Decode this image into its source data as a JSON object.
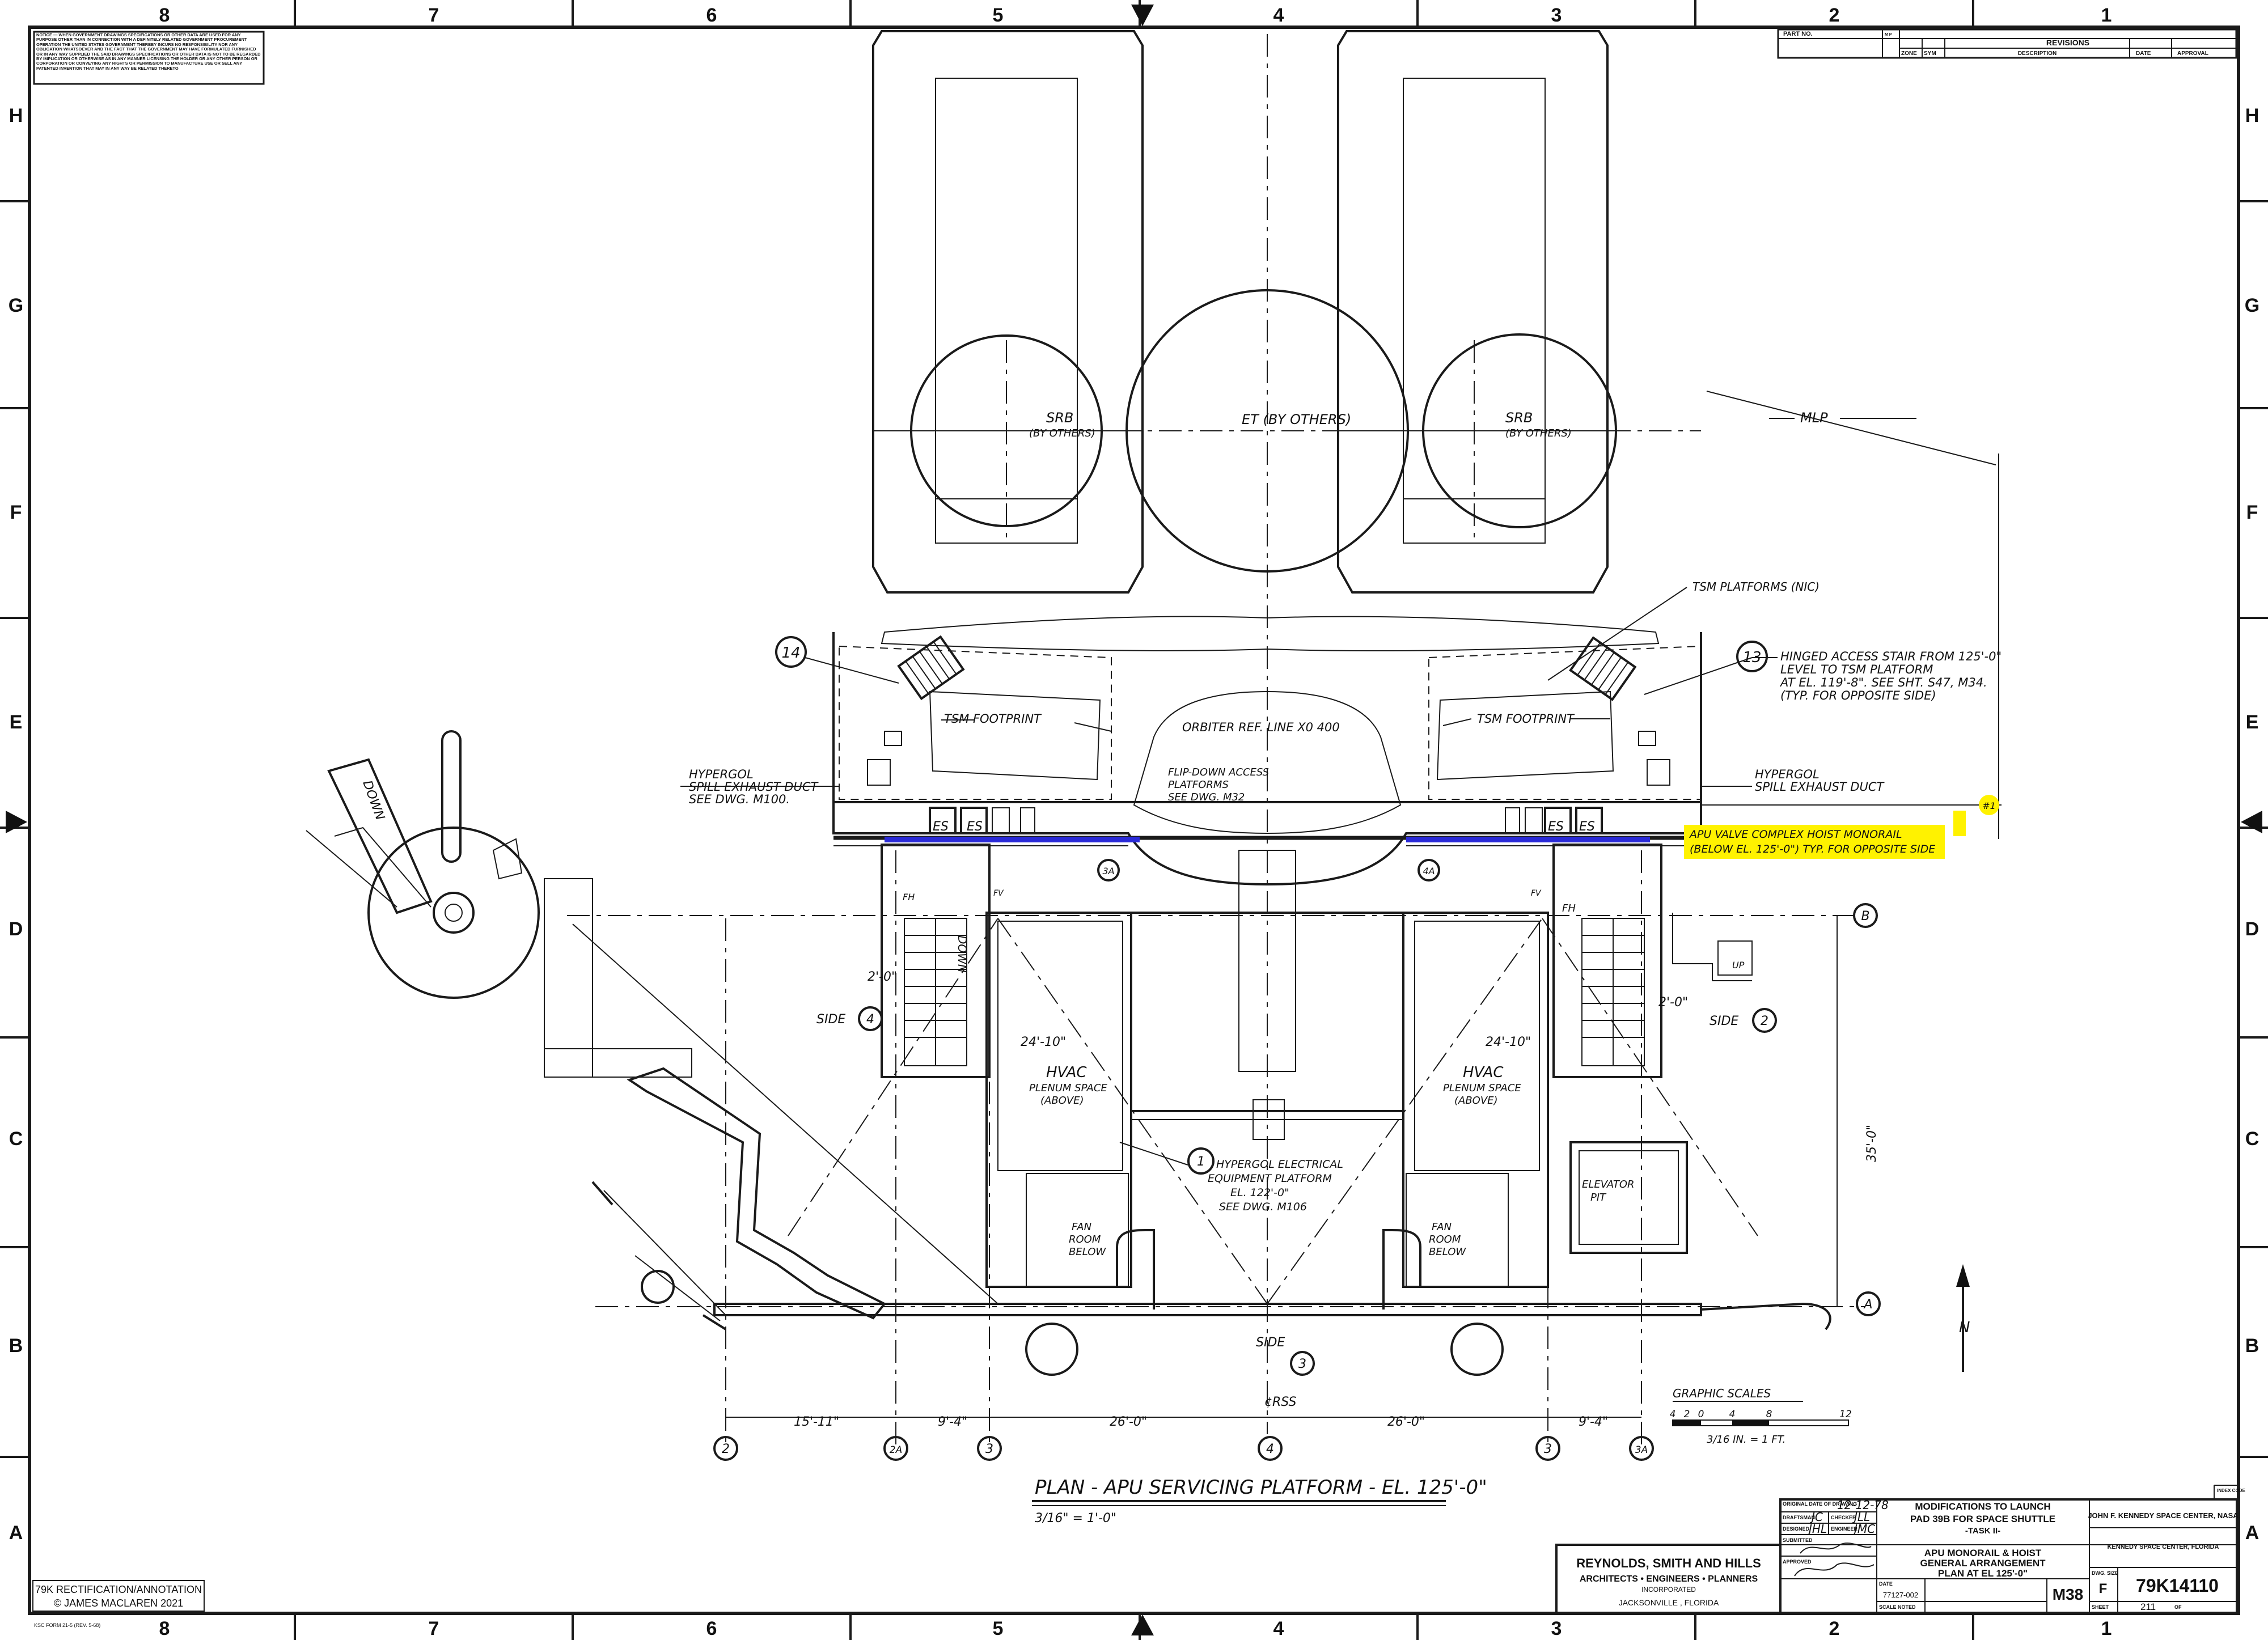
{
  "border": {
    "columns": [
      "8",
      "7",
      "6",
      "5",
      "4",
      "3",
      "2",
      "1"
    ],
    "rows": [
      "H",
      "G",
      "F",
      "E",
      "D",
      "C",
      "B",
      "A"
    ]
  },
  "notice": "NOTICE — WHEN GOVERNMENT DRAWINGS SPECIFICATIONS OR OTHER DATA ARE USED FOR ANY PURPOSE OTHER THAN IN CONNECTION WITH A DEFINITELY RELATED GOVERNMENT PROCUREMENT OPERATION THE UNITED STATES GOVERNMENT THEREBY INCURS NO RESPONSIBILITY NOR ANY OBLIGATION WHATSOEVER AND THE FACT THAT THE GOVERNMENT MAY HAVE FORMULATED FURNISHED OR IN ANY WAY SUPPLIED THE SAID DRAWINGS SPECIFICATIONS OR OTHER DATA IS NOT TO BE REGARDED BY IMPLICATION OR OTHERWISE AS IN ANY MANNER LICENSING THE HOLDER OR ANY OTHER PERSON OR CORPORATION OR CONVEYING ANY RIGHTS OR PERMISSION TO MANUFACTURE USE OR SELL ANY PATENTED INVENTION THAT MAY IN ANY WAY BE RELATED THERETO",
  "revisions": {
    "part_no": "PART NO.",
    "col_mp": "M P",
    "title": "REVISIONS",
    "zone": "ZONE",
    "sym": "SYM",
    "description": "DESCRIPTION",
    "date": "DATE",
    "approval": "APPROVAL"
  },
  "labels": {
    "mlp": "MLP",
    "srb_left": "SRB",
    "srb_left_sub": "(BY OTHERS)",
    "srb_right": "SRB",
    "srb_right_sub": "(BY OTHERS)",
    "et": "ET (BY OTHERS)",
    "tsm_platforms": "TSM PLATFORMS (NIC)",
    "tsm_footprint_left": "TSM FOOTPRINT",
    "tsm_footprint_right": "TSM FOOTPRINT",
    "orbiter_ref": "ORBITER REF. LINE X0 400",
    "flip_down_1": "FLIP-DOWN ACCESS",
    "flip_down_2": "PLATFORMS",
    "flip_down_3": "SEE DWG. M32",
    "hypergol_left_1": "HYPERGOL",
    "hypergol_left_2": "SPILL EXHAUST DUCT",
    "hypergol_left_3": "SEE DWG. M100.",
    "hypergol_right_1": "HYPERGOL",
    "hypergol_right_2": "SPILL EXHAUST DUCT",
    "hinged_1": "HINGED ACCESS STAIR FROM 125'-0\"",
    "hinged_2": "LEVEL TO TSM PLATFORM",
    "hinged_3": "AT EL. 119'-8\". SEE SHT. S47, M34.",
    "hinged_4": "(TYP. FOR OPPOSITE SIDE)",
    "callout_14": "14",
    "callout_13": "13",
    "callout_1": "1",
    "es": "ES",
    "fh": "FH",
    "fv": "FV",
    "dim_2_0": "2'-0\"",
    "dim_24_10": "24'-10\"",
    "dim_35_0": "35'-0\"",
    "side_4_label": "SIDE",
    "side_4_num": "4",
    "side_2_label": "SIDE",
    "side_2_num": "2",
    "side_3_label": "SIDE",
    "side_3_num": "3",
    "hvac": "HVAC",
    "hvac_sub1": "PLENUM SPACE",
    "hvac_sub2": "(ABOVE)",
    "hyp_elec_1": "HYPERGOL ELECTRICAL",
    "hyp_elec_2": "EQUIPMENT PLATFORM",
    "hyp_elec_3": "EL. 122'-0\"",
    "hyp_elec_4": "SEE DWG. M106",
    "fan_1": "FAN",
    "fan_2": "ROOM",
    "fan_3": "BELOW",
    "elevator_1": "ELEVATOR",
    "elevator_2": "PIT",
    "crss": "¢RSS",
    "down": "DOWN",
    "up": "UP",
    "north": "N",
    "grid_b": "B",
    "grid_a": "A",
    "highlight_1": "APU VALVE COMPLEX HOIST MONORAIL",
    "highlight_2": "(BELOW EL. 125'-0\") TYP. FOR OPPOSITE SIDE",
    "highlight_num": "#1",
    "graphic_scales": "GRAPHIC SCALES",
    "scale_note": "3/16 IN. = 1 FT.",
    "scale_ticks": [
      "4",
      "2",
      "0",
      "4",
      "8",
      "12"
    ],
    "plan_title": "PLAN - APU SERVICING PLATFORM - EL. 125'-0\"",
    "plan_scale": "3/16\" = 1'-0\""
  },
  "dims_bottom": [
    "15'-11\"",
    "9'-4\"",
    "26'-0\"",
    "26'-0\"",
    "9'-4\""
  ],
  "grid_bottom": [
    "2",
    "2A",
    "3",
    "4",
    "3",
    "3A"
  ],
  "grid_small": [
    "3A",
    "4A"
  ],
  "firm": {
    "name": "REYNOLDS, SMITH AND HILLS",
    "sub": "ARCHITECTS • ENGINEERS • PLANNERS",
    "inc": "INCORPORATED",
    "city": "JACKSONVILLE , FLORIDA"
  },
  "title_block": {
    "orig_date_label": "ORIGINAL DATE OF DRAWING",
    "orig_date": "12-12-78",
    "drawn_label": "DRAFTSMAN",
    "drawn": "JC",
    "checked_label": "CHECKER",
    "checked": "JLL",
    "designed_label": "DESIGNED",
    "designed": "JHL",
    "engineer_label": "ENGINEER",
    "engineer": "JMC",
    "submitted_label": "SUBMITTED",
    "approved_label": "APPROVED",
    "date_label": "DATE",
    "scale_label": "SCALE NOTED",
    "job_no": "77127-002",
    "project_1": "MODIFICATIONS TO LAUNCH",
    "project_2": "PAD 39B FOR SPACE SHUTTLE",
    "project_3": "-TASK II-",
    "drawing_1": "APU MONORAIL & HOIST",
    "drawing_2": "GENERAL ARRANGEMENT",
    "drawing_3": "PLAN AT EL 125'-0\"",
    "sheet_code": "M38",
    "agency": "JOHN F. KENNEDY SPACE CENTER, NASA",
    "location": "KENNEDY SPACE CENTER, FLORIDA",
    "size_label": "DWG. SIZE",
    "size": "F",
    "dwg_no": "79K14110",
    "sheet_label": "SHEET",
    "sheet": "211",
    "of": "OF",
    "index_code": "INDEX CODE"
  },
  "annotation": {
    "line1": "79K RECTIFICATION/ANNOTATION",
    "line2": "© JAMES MACLAREN 2021"
  },
  "form_no": "KSC FORM 21-5 (REV. 5-68)",
  "colors": {
    "highlight": "#fff200",
    "monorail": "#2a2ad8"
  }
}
